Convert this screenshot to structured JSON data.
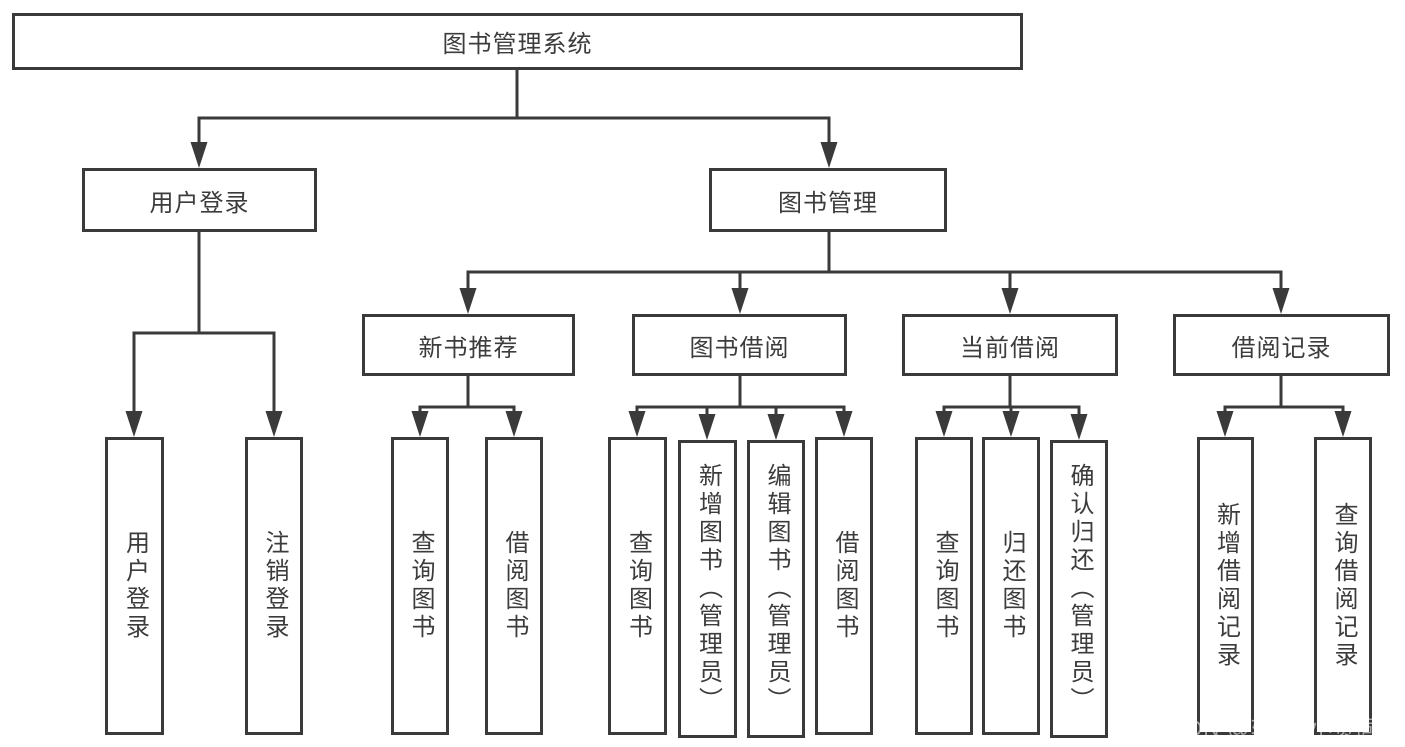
{
  "diagram": {
    "root": {
      "label": "图书管理系统"
    },
    "branches": [
      {
        "label": "用户登录",
        "children": [
          {
            "label": "用户登录"
          },
          {
            "label": "注销登录"
          }
        ]
      },
      {
        "label": "图书管理",
        "children": [
          {
            "label": "新书推荐",
            "children": [
              {
                "label": "查询图书"
              },
              {
                "label": "借阅图书"
              }
            ]
          },
          {
            "label": "图书借阅",
            "children": [
              {
                "label": "查询图书"
              },
              {
                "label": "新增图书（管理员）"
              },
              {
                "label": "编辑图书（管理员）"
              },
              {
                "label": "借阅图书"
              }
            ]
          },
          {
            "label": "当前借阅",
            "children": [
              {
                "label": "查询图书"
              },
              {
                "label": "归还图书"
              },
              {
                "label": "确认归还（管理员）"
              }
            ]
          },
          {
            "label": "借阅记录",
            "children": [
              {
                "label": "新增借阅记录"
              },
              {
                "label": "查询借阅记录"
              }
            ]
          }
        ]
      }
    ]
  },
  "colors": {
    "line": "#3a3a3a",
    "text": "#3c3c3c",
    "watermark": "#a8a8a8",
    "background": "#ffffff"
  },
  "watermark": {
    "text": "CSDN @软件_小贺同学"
  }
}
